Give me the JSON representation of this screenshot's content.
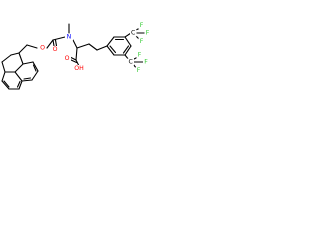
{
  "labels": {
    "o_carbamate_ring": "O",
    "o_carbonyl": "O",
    "n_methyl": "N",
    "o_acid_carbonyl": "O",
    "oh_acid": "OH",
    "cf3_top": {
      "c": "C",
      "f_up": "F",
      "f_right": "F",
      "f_down": "F"
    },
    "cf3_bottom": {
      "c": "C",
      "f_up": "F",
      "f_right": "F",
      "f_down": "F"
    }
  },
  "colors": {
    "oxygen": "#ff0000",
    "nitrogen": "#0000ff",
    "fluorine": "#33cc33",
    "carbon_label": "#000000",
    "bond": "#000000"
  }
}
